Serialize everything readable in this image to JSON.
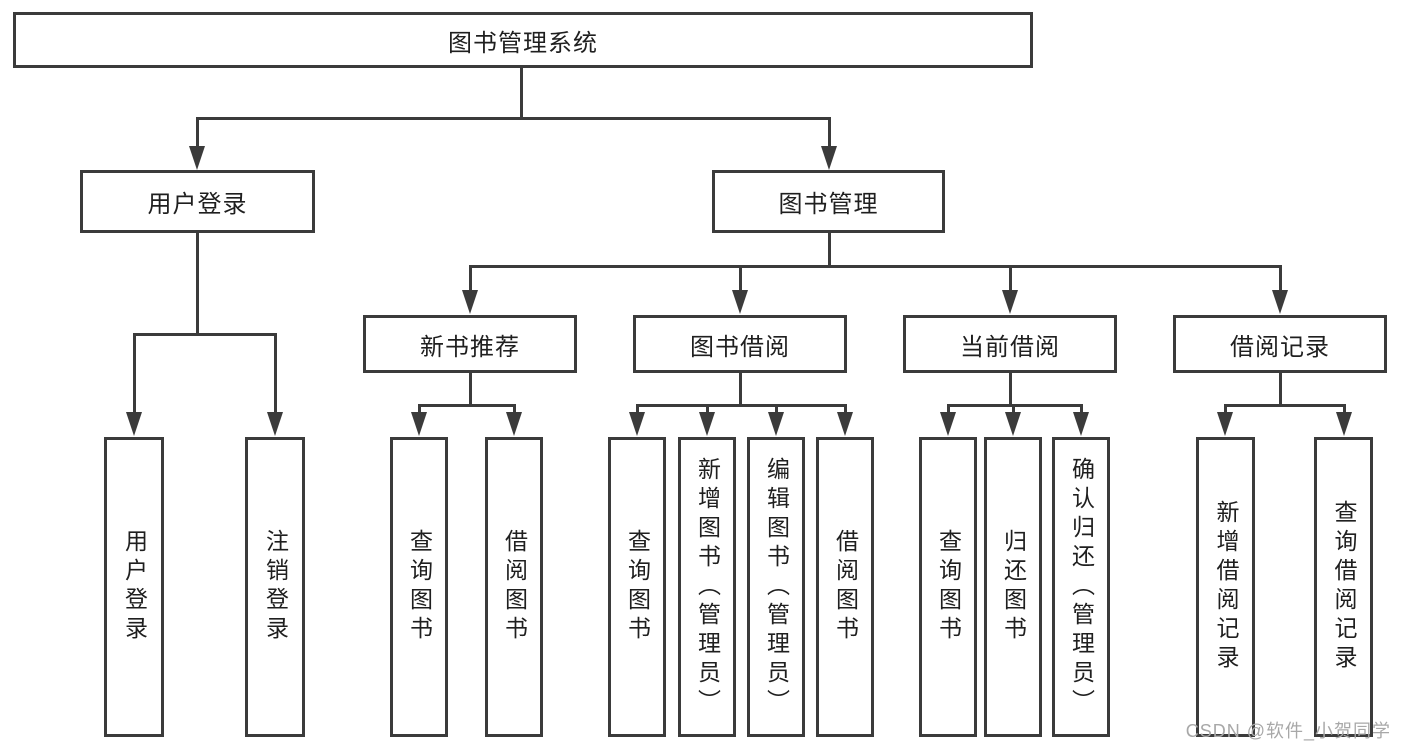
{
  "colors": {
    "line": "#3b3b3b",
    "text": "#1f1f1f",
    "box_bg": "#ffffff",
    "watermark": "#a8a8a8",
    "background": "#ffffff"
  },
  "tree": {
    "root": "图书管理系统",
    "branches": [
      {
        "label": "用户登录",
        "children": [
          "用户登录",
          "注销登录"
        ]
      },
      {
        "label": "图书管理",
        "children": [
          {
            "label": "新书推荐",
            "children": [
              "查询图书",
              "借阅图书"
            ]
          },
          {
            "label": "图书借阅",
            "children": [
              "查询图书",
              "新增图书（管理员）",
              "编辑图书（管理员）",
              "借阅图书"
            ]
          },
          {
            "label": "当前借阅",
            "children": [
              "查询图书",
              "归还图书",
              "确认归还（管理员）"
            ]
          },
          {
            "label": "借阅记录",
            "children": [
              "新增借阅记录",
              "查询借阅记录"
            ]
          }
        ]
      }
    ]
  },
  "watermark": {
    "text": "CSDN @软件_小贺同学"
  }
}
